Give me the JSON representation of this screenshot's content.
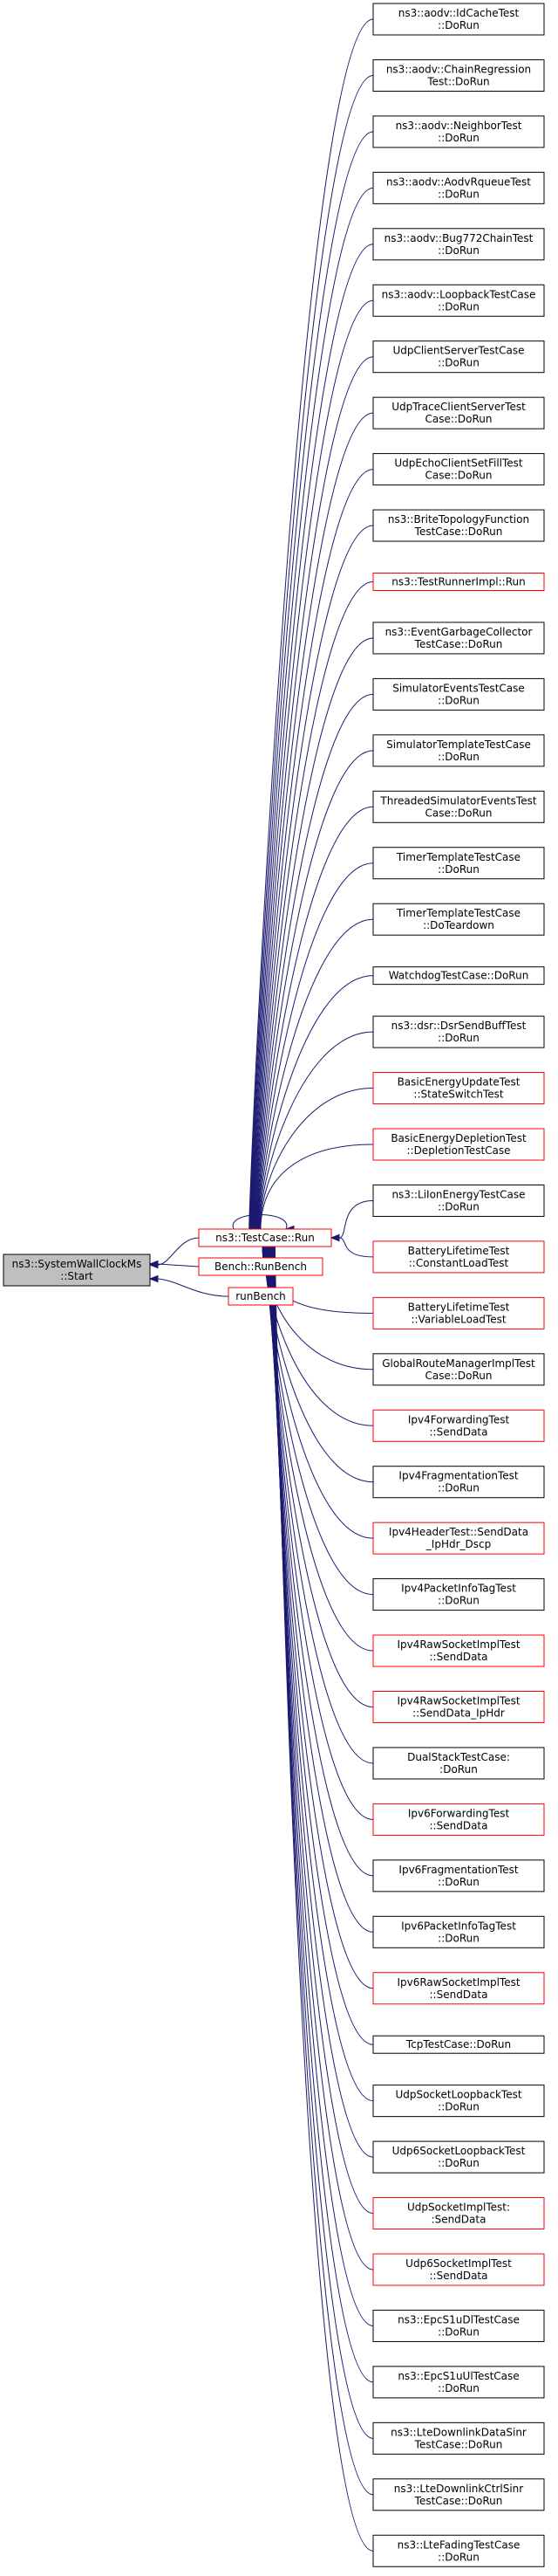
{
  "graph": {
    "edge_color": "#191970",
    "red_border": "#ff0000",
    "root_fill": "#bfbfbf",
    "root": {
      "id": "root",
      "lines": [
        "ns3::SystemWallClockMs",
        "::Start"
      ]
    },
    "callers": [
      {
        "id": "testcase",
        "lines": [
          "ns3::TestCase::Run"
        ],
        "red": true
      },
      {
        "id": "bench",
        "lines": [
          "Bench::RunBench"
        ],
        "red": true
      },
      {
        "id": "runbench",
        "lines": [
          "runBench"
        ],
        "red": true
      }
    ],
    "tests": [
      {
        "lines": [
          "ns3::aodv::IdCacheTest",
          "::DoRun"
        ],
        "red": false
      },
      {
        "lines": [
          "ns3::aodv::ChainRegression",
          "Test::DoRun"
        ],
        "red": false
      },
      {
        "lines": [
          "ns3::aodv::NeighborTest",
          "::DoRun"
        ],
        "red": false
      },
      {
        "lines": [
          "ns3::aodv::AodvRqueueTest",
          "::DoRun"
        ],
        "red": false
      },
      {
        "lines": [
          "ns3::aodv::Bug772ChainTest",
          "::DoRun"
        ],
        "red": false
      },
      {
        "lines": [
          "ns3::aodv::LoopbackTestCase",
          "::DoRun"
        ],
        "red": false
      },
      {
        "lines": [
          "UdpClientServerTestCase",
          "::DoRun"
        ],
        "red": false
      },
      {
        "lines": [
          "UdpTraceClientServerTest",
          "Case::DoRun"
        ],
        "red": false
      },
      {
        "lines": [
          "UdpEchoClientSetFillTest",
          "Case::DoRun"
        ],
        "red": false
      },
      {
        "lines": [
          "ns3::BriteTopologyFunction",
          "TestCase::DoRun"
        ],
        "red": false
      },
      {
        "lines": [
          "ns3::TestRunnerImpl::Run"
        ],
        "red": true
      },
      {
        "lines": [
          "ns3::EventGarbageCollector",
          "TestCase::DoRun"
        ],
        "red": false
      },
      {
        "lines": [
          "SimulatorEventsTestCase",
          "::DoRun"
        ],
        "red": false
      },
      {
        "lines": [
          "SimulatorTemplateTestCase",
          "::DoRun"
        ],
        "red": false
      },
      {
        "lines": [
          "ThreadedSimulatorEventsTest",
          "Case::DoRun"
        ],
        "red": false
      },
      {
        "lines": [
          "TimerTemplateTestCase",
          "::DoRun"
        ],
        "red": false
      },
      {
        "lines": [
          "TimerTemplateTestCase",
          "::DoTeardown"
        ],
        "red": false
      },
      {
        "lines": [
          "WatchdogTestCase::DoRun"
        ],
        "red": false
      },
      {
        "lines": [
          "ns3::dsr::DsrSendBuffTest",
          "::DoRun"
        ],
        "red": false
      },
      {
        "lines": [
          "BasicEnergyUpdateTest",
          "::StateSwitchTest"
        ],
        "red": true
      },
      {
        "lines": [
          "BasicEnergyDepletionTest",
          "::DepletionTestCase"
        ],
        "red": true
      },
      {
        "lines": [
          "ns3::LiIonEnergyTestCase",
          "::DoRun"
        ],
        "red": false
      },
      {
        "lines": [
          "BatteryLifetimeTest",
          "::ConstantLoadTest"
        ],
        "red": true
      },
      {
        "lines": [
          "BatteryLifetimeTest",
          "::VariableLoadTest"
        ],
        "red": true
      },
      {
        "lines": [
          "GlobalRouteManagerImplTest",
          "Case::DoRun"
        ],
        "red": false
      },
      {
        "lines": [
          "Ipv4ForwardingTest",
          "::SendData"
        ],
        "red": true
      },
      {
        "lines": [
          "Ipv4FragmentationTest",
          "::DoRun"
        ],
        "red": false
      },
      {
        "lines": [
          "Ipv4HeaderTest::SendData",
          "_IpHdr_Dscp"
        ],
        "red": true
      },
      {
        "lines": [
          "Ipv4PacketInfoTagTest",
          "::DoRun"
        ],
        "red": false
      },
      {
        "lines": [
          "Ipv4RawSocketImplTest",
          "::SendData"
        ],
        "red": true
      },
      {
        "lines": [
          "Ipv4RawSocketImplTest",
          "::SendData_IpHdr"
        ],
        "red": true
      },
      {
        "lines": [
          "DualStackTestCase:",
          ":DoRun"
        ],
        "red": false
      },
      {
        "lines": [
          "Ipv6ForwardingTest",
          "::SendData"
        ],
        "red": true
      },
      {
        "lines": [
          "Ipv6FragmentationTest",
          "::DoRun"
        ],
        "red": false
      },
      {
        "lines": [
          "Ipv6PacketInfoTagTest",
          "::DoRun"
        ],
        "red": false
      },
      {
        "lines": [
          "Ipv6RawSocketImplTest",
          "::SendData"
        ],
        "red": true
      },
      {
        "lines": [
          "TcpTestCase::DoRun"
        ],
        "red": false
      },
      {
        "lines": [
          "UdpSocketLoopbackTest",
          "::DoRun"
        ],
        "red": false
      },
      {
        "lines": [
          "Udp6SocketLoopbackTest",
          "::DoRun"
        ],
        "red": false
      },
      {
        "lines": [
          "UdpSocketImplTest:",
          ":SendData"
        ],
        "red": true
      },
      {
        "lines": [
          "Udp6SocketImplTest",
          "::SendData"
        ],
        "red": true
      },
      {
        "lines": [
          "ns3::EpcS1uDlTestCase",
          "::DoRun"
        ],
        "red": false
      },
      {
        "lines": [
          "ns3::EpcS1uUlTestCase",
          "::DoRun"
        ],
        "red": false
      },
      {
        "lines": [
          "ns3::LteDownlinkDataSinr",
          "TestCase::DoRun"
        ],
        "red": false
      },
      {
        "lines": [
          "ns3::LteDownlinkCtrlSinr",
          "TestCase::DoRun"
        ],
        "red": false
      },
      {
        "lines": [
          "ns3::LteFadingTestCase",
          "::DoRun"
        ],
        "red": false
      }
    ]
  }
}
